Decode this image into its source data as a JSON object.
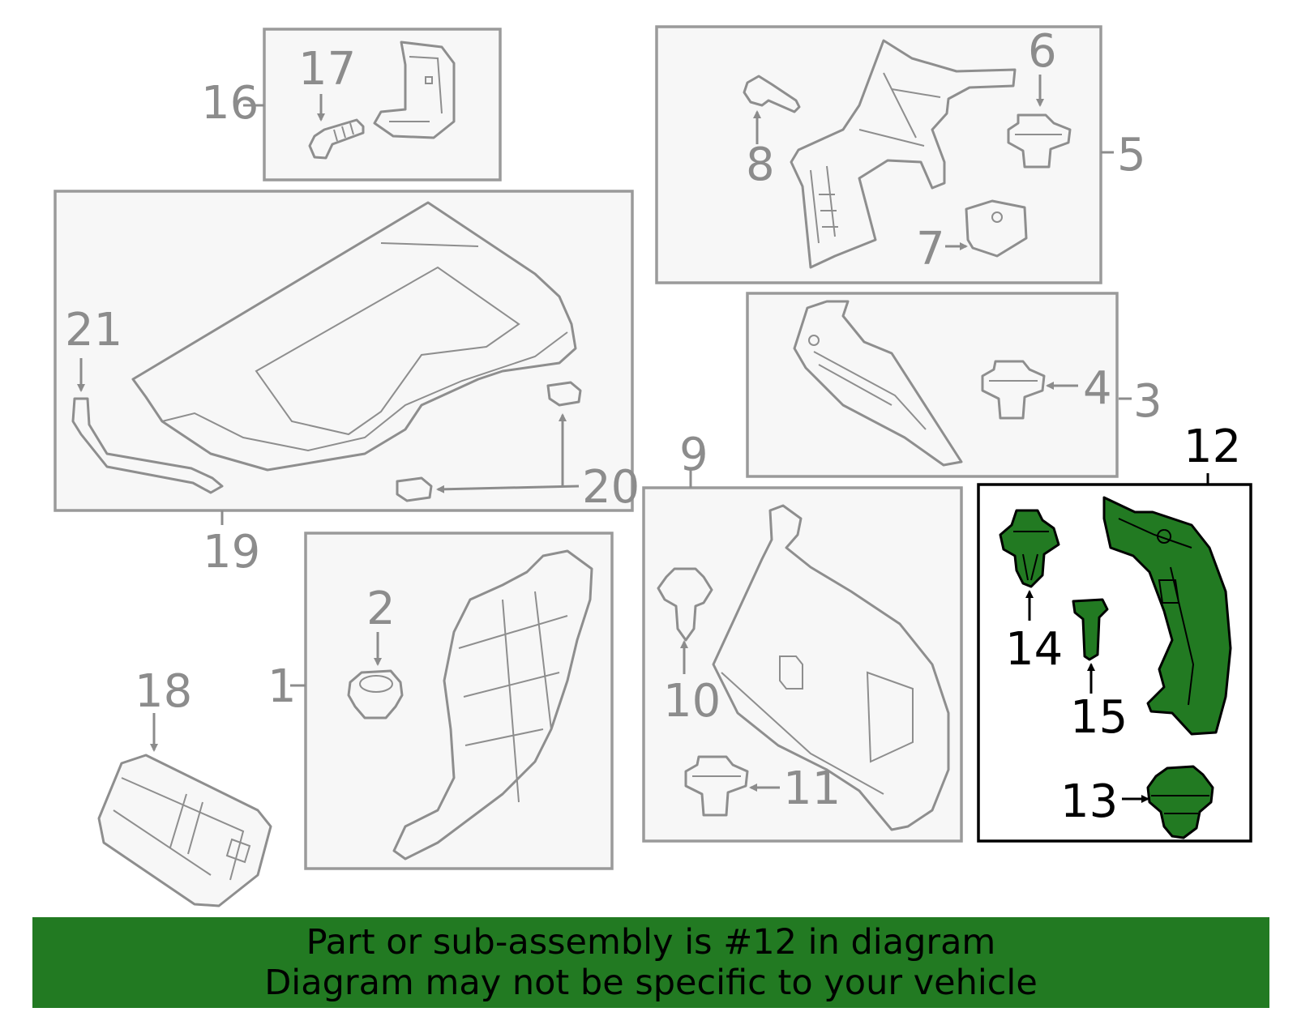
{
  "diagram": {
    "callouts": {
      "c1": "1",
      "c2": "2",
      "c3": "3",
      "c4": "4",
      "c5": "5",
      "c6": "6",
      "c7": "7",
      "c8": "8",
      "c9": "9",
      "c10": "10",
      "c11": "11",
      "c12": "12",
      "c13": "13",
      "c14": "14",
      "c15": "15",
      "c16": "16",
      "c17": "17",
      "c18": "18",
      "c19": "19",
      "c20": "20",
      "c21": "21"
    },
    "highlighted_callout": "12",
    "colors": {
      "highlight": "#227a22",
      "outline": "#8e8e8e",
      "label": "#8c8c8c"
    }
  },
  "banner": {
    "line1": "Part or sub-assembly is #12 in diagram",
    "line2": "Diagram may not be specific to your vehicle"
  }
}
